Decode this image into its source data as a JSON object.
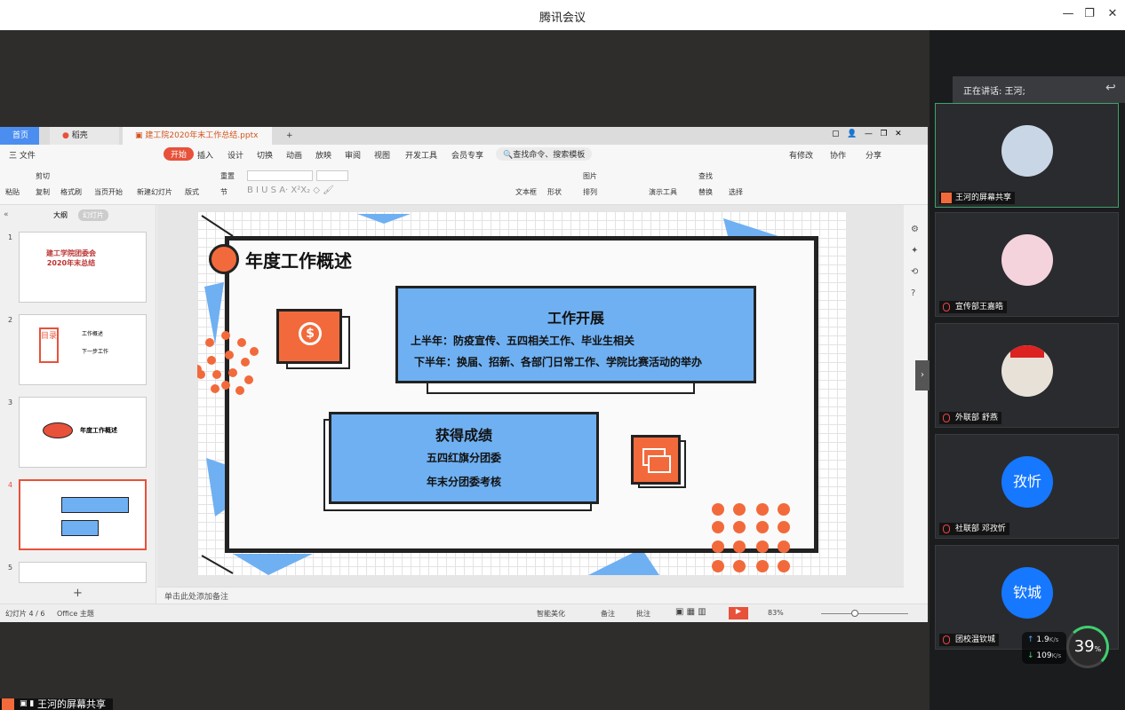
{
  "app": {
    "title": "腾讯会议"
  },
  "wps": {
    "tabs": [
      "首页",
      "稻壳",
      "建工院2020年末工作总结.pptx",
      "+"
    ],
    "menu": [
      "三 文件",
      "开始",
      "插入",
      "设计",
      "切换",
      "动画",
      "放映",
      "审阅",
      "视图",
      "开发工具",
      "会员专享",
      "查找命令、搜索模板",
      "有修改",
      "协作",
      "分享"
    ],
    "tools": [
      "粘贴",
      "剪切",
      "复制",
      "格式刷",
      "当页开始",
      "新建幻灯片",
      "版式",
      "重置",
      "节",
      "文本框",
      "形状",
      "图片",
      "排列",
      "演示工具",
      "查找",
      "替换",
      "选择"
    ],
    "panel_tabs": [
      "大纲",
      "幻灯片"
    ],
    "slide_nums": [
      "1",
      "2",
      "3",
      "4",
      "5"
    ],
    "thumb1_title": "建工学院团委会\n2020年末总结",
    "thumb2_title": "目录",
    "thumb2_items": [
      "工作概述",
      "下一步工作"
    ],
    "thumb3_title": "年度工作概述",
    "notes": "单击此处添加备注",
    "status_left": "幻灯片 4 / 6",
    "status_theme": "Office 主题",
    "status_right": [
      "智能美化",
      "备注",
      "批注",
      "83%"
    ]
  },
  "slide": {
    "title": "年度工作概述",
    "box1_title": "工作开展",
    "box1_line1": "上半年：防疫宣传、五四相关工作、毕业生相关",
    "box1_line2": "下半年：换届、招新、各部门日常工作、学院比赛活动的举办",
    "box2_title": "获得成绩",
    "box2_line1": "五四红旗分团委",
    "box2_line2": "年末分团委考核"
  },
  "meeting": {
    "speaking": "正在讲话: 王河;",
    "participants": [
      {
        "name": "王河的屏幕共享",
        "avatar": ""
      },
      {
        "name": "宣传部王嘉皓",
        "avatar": ""
      },
      {
        "name": "外联部 舒燕",
        "avatar": ""
      },
      {
        "name": "社联部 邓孜忻",
        "avatar": "孜忻"
      },
      {
        "name": "团校温钦城",
        "avatar": "钦城"
      }
    ],
    "net_up": "1.9",
    "net_down": "109",
    "net_unit": "K/s",
    "cpu": "39",
    "cpu_unit": "%",
    "bottom_label": "王河的屏幕共享"
  },
  "colors": {
    "accent": "#f26a3b",
    "blue": "#6fb0f2",
    "wps_red": "#e8513a"
  }
}
